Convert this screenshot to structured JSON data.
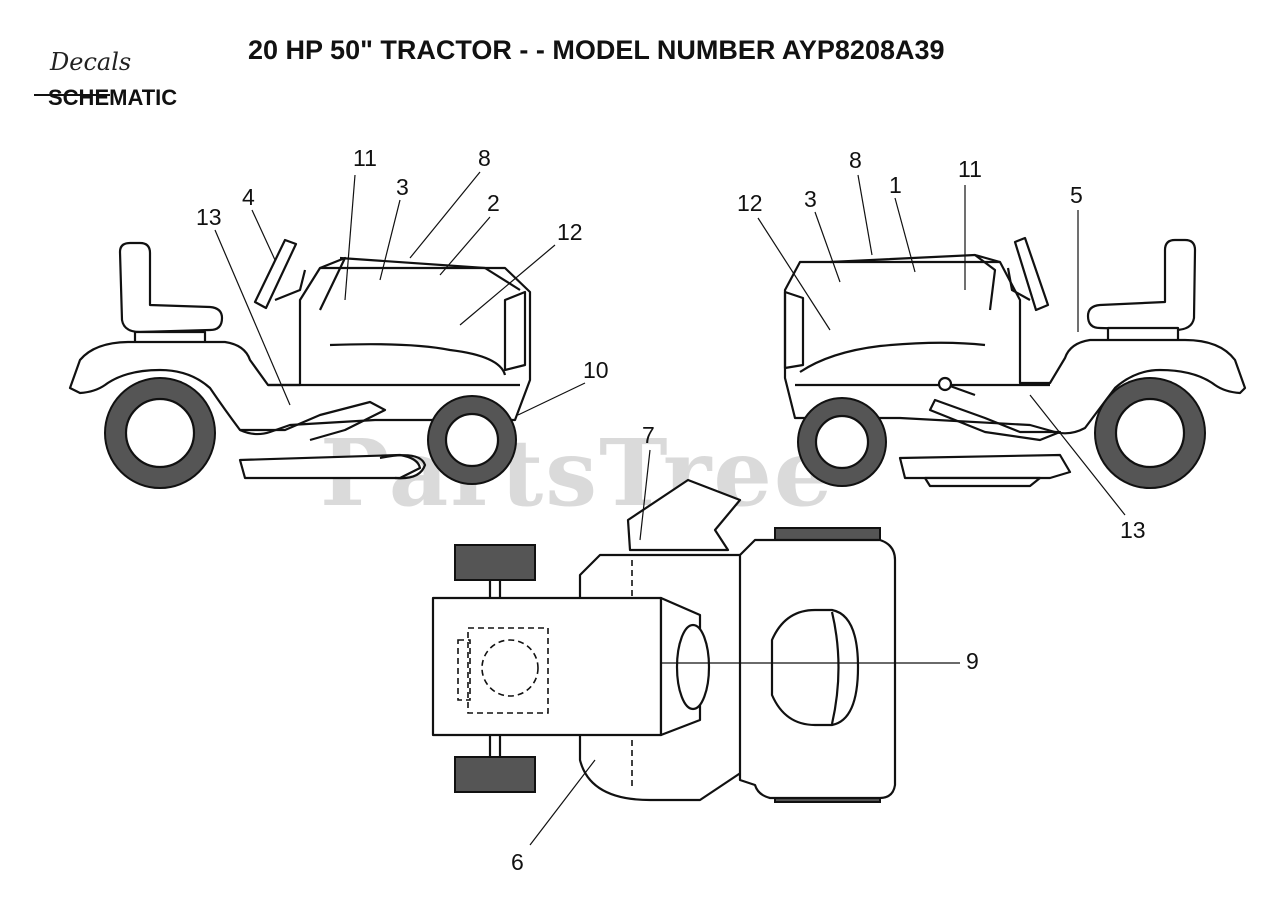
{
  "header": {
    "title": "20 HP 50\" TRACTOR - - MODEL NUMBER AYP8208A39",
    "schematic_label": "SCHEMATIC",
    "handwritten_note": "Decals"
  },
  "watermark": "PartsTree",
  "left_view": {
    "callouts": [
      "11",
      "8",
      "3",
      "2",
      "12",
      "4",
      "13",
      "10"
    ]
  },
  "right_view": {
    "callouts": [
      "8",
      "11",
      "12",
      "3",
      "1",
      "5",
      "13"
    ]
  },
  "top_view": {
    "callouts": [
      "7",
      "9",
      "6"
    ]
  },
  "colors": {
    "line": "#111111",
    "tire": "#555555",
    "watermark": "#bdbdbd"
  }
}
